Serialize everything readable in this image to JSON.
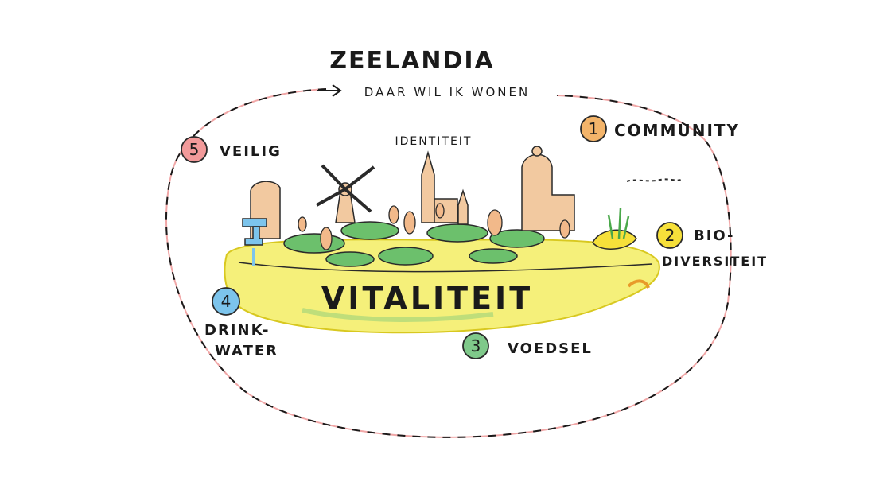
{
  "title": "ZEELANDIA",
  "subtitle": "DAAR WIL IK WONEN",
  "center_label": "VITALITEIT",
  "top_label": "IDENTITEIT",
  "themes": [
    {
      "number": "1",
      "label": "COMMUNITY",
      "color": "#f3b46a"
    },
    {
      "number": "2",
      "label_line1": "BIO-",
      "label_line2": "DIVERSITEIT",
      "color": "#f6e03a"
    },
    {
      "number": "3",
      "label": "VOEDSEL",
      "color": "#7fc98a"
    },
    {
      "number": "4",
      "label_line1": "DRINK-",
      "label_line2": "WATER",
      "color": "#7cc4ec"
    },
    {
      "number": "5",
      "label": "VEILIG",
      "color": "#f29a9a"
    }
  ],
  "colors": {
    "island": "#f5f07a",
    "fields": "#6cc06c",
    "buildings": "#f2c9a0",
    "loop_dash": "#1a1a1a",
    "loop_pink": "#f1a7a7"
  }
}
